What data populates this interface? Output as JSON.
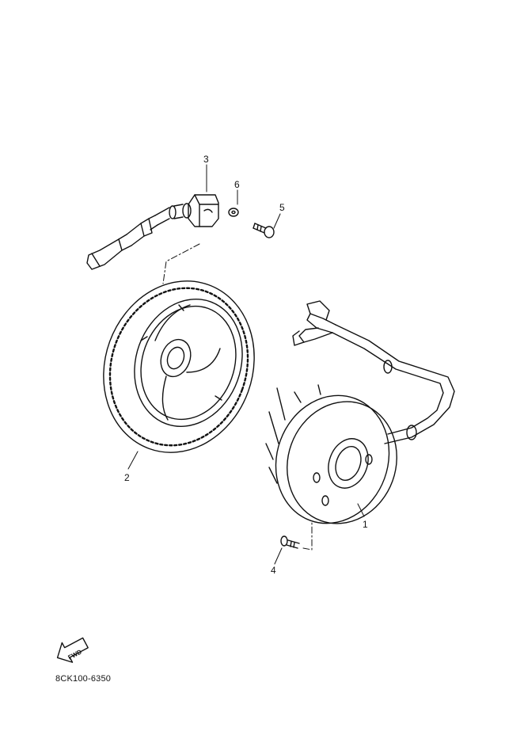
{
  "callouts": {
    "c1": "1",
    "c2": "2",
    "c3": "3",
    "c4": "4",
    "c5": "5",
    "c6": "6"
  },
  "fwd_label": "FWD",
  "part_code": "8CK100-6350",
  "icons": [
    "fwd-arrow-icon"
  ]
}
